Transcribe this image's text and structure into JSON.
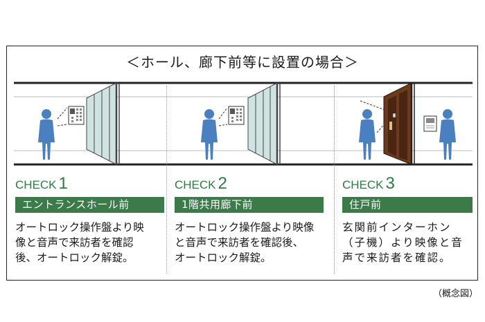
{
  "title": "＜ホール、廊下前等に設置の場合＞",
  "panels": [
    {
      "check_label": "CHECK",
      "check_number": "1",
      "location": "エントランスホール前",
      "description": [
        "オートロック操作盤より映",
        "像と音声で来訪者を確認",
        "後、オートロック解錠。"
      ]
    },
    {
      "check_label": "CHECK",
      "check_number": "2",
      "location": "1階共用廊下前",
      "description": [
        "オートロック操作盤より映像",
        "と音声で来訪者を確認後、",
        "オートロック解錠。"
      ]
    },
    {
      "check_label": "CHECK",
      "check_number": "3",
      "location": "住戸前",
      "description": [
        "玄関前インターホン",
        "（子機）より映像と音",
        "声で来訪者を確認。"
      ]
    }
  ],
  "note": "（概念図）",
  "colors": {
    "accent_green": "#3d7a4a",
    "check_green": "#2f7a44",
    "figure_blue": "#4a7fc0",
    "door_brown": "#6b3a1f",
    "glass": "#cfe4e0"
  }
}
